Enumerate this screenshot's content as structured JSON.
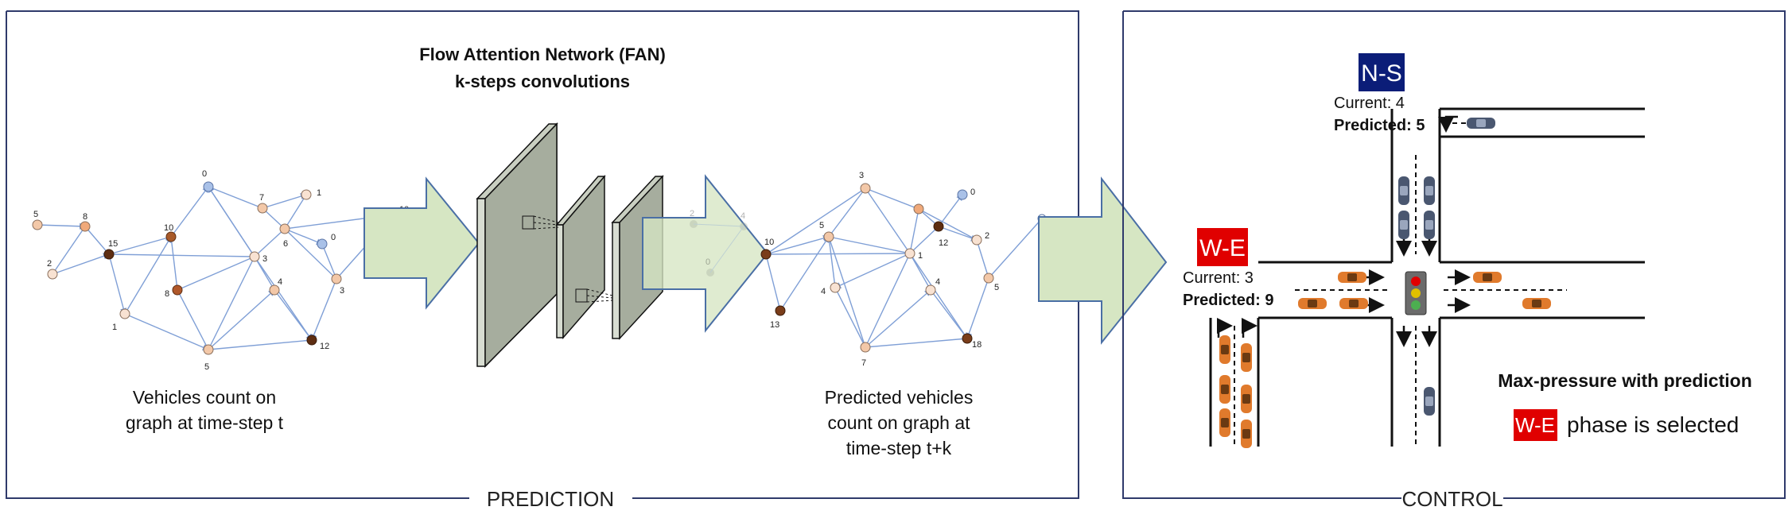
{
  "prediction": {
    "section_label": "PREDICTION",
    "network_title_1": "Flow Attention Network (FAN)",
    "network_title_2": "k-steps convolutions",
    "left_caption": [
      "Vehicles count on",
      "graph at time-step t"
    ],
    "right_caption": [
      "Predicted vehicles",
      "count on graph at",
      "time-step t+k"
    ],
    "input_graph_labels": [
      "5",
      "8",
      "2",
      "15",
      "10",
      "1",
      "8",
      "0",
      "7",
      "1",
      "6",
      "0",
      "3",
      "4",
      "3",
      "5",
      "12",
      "10"
    ],
    "conv_overlay_labels": [
      "2",
      "4",
      "0"
    ],
    "output_graph_labels": [
      "10",
      "3",
      "5",
      "0",
      "12",
      "2",
      "1",
      "4",
      "4",
      "5",
      "13",
      "7",
      "18"
    ]
  },
  "control": {
    "section_label": "CONTROL",
    "ns_badge": "N-S",
    "ns_current": "Current: 4",
    "ns_predicted": "Predicted: 5",
    "we_badge": "W-E",
    "we_current": "Current: 3",
    "we_predicted": "Predicted: 9",
    "method_title": "Max-pressure with prediction",
    "selected_badge": "W-E",
    "selected_text": "phase is selected"
  },
  "colors": {
    "frame": "#2f3a6b",
    "arrow_fill": "#d6e6c3",
    "arrow_stroke": "#4a6fa5",
    "layer_fill": "#a6ad9e",
    "ns_badge": "#0b1d78",
    "we_badge": "#e00000",
    "node_light": "#f3c8a8",
    "node_dark": "#7a3d1a",
    "node_blue": "#a9c1e8",
    "car_orange": "#e07a2c",
    "car_gray": "#4a5770"
  }
}
